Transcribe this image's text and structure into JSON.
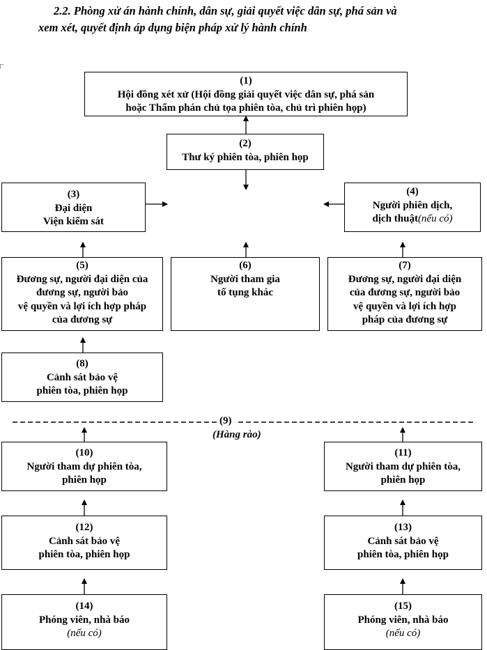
{
  "title": {
    "line1": "2.2. Phòng xử án hành chính, dân sự, giải quyết việc dân sự, phá sản và",
    "line2": "xem xét, quyết định áp dụng biện pháp xử lý hành chính"
  },
  "nodes": {
    "n1": {
      "num": "(1)",
      "l1": "Hội đồng xét xử (Hội đồng giải quyết việc dân sự, phá sản",
      "l2": "hoặc Thẩm phán chủ tọa phiên tòa, chủ trì phiên họp)"
    },
    "n2": {
      "num": "(2)",
      "l1": "Thư ký phiên tòa, phiên họp"
    },
    "n3": {
      "num": "(3)",
      "l1": "Đại diện",
      "l2": "Viện kiểm sát"
    },
    "n4": {
      "num": "(4)",
      "l1": "Người phiên dịch,",
      "l2": "dịch thuật",
      "l2_italic": "(nếu có)"
    },
    "n5": {
      "num": "(5)",
      "l1": "Đương sự, người đại diện của",
      "l2": "đương sự, người bảo",
      "l3": "vệ quyền và lợi ích hợp pháp",
      "l4": "của đương sự"
    },
    "n6": {
      "num": "(6)",
      "l1": "Người tham gia",
      "l2": "tố tụng khác"
    },
    "n7": {
      "num": "(7)",
      "l1": "Đương sự, người đại diện",
      "l2": "của đương sự, người bảo",
      "l3": "vệ quyền và lợi ích hợp",
      "l4": "pháp của đương sự"
    },
    "n8": {
      "num": "(8)",
      "l1": "Cảnh sát bảo vệ",
      "l2": "phiên tòa, phiên họp"
    },
    "n10": {
      "num": "(10)",
      "l1": "Người tham dự phiên tòa,",
      "l2": "phiên họp"
    },
    "n11": {
      "num": "(11)",
      "l1": "Người tham dự phiên tòa,",
      "l2": "phiên họp"
    },
    "n12": {
      "num": "(12)",
      "l1": "Cảnh sát bảo vệ",
      "l2": "phiên tòa, phiên họp"
    },
    "n13": {
      "num": "(13)",
      "l1": "Cảnh sát bảo vệ",
      "l2": "phiên tòa, phiên họp"
    },
    "n14": {
      "num": "(14)",
      "l1": "Phóng viên, nhà báo",
      "l2_italic": "(nếu có)"
    },
    "n15": {
      "num": "(15)",
      "l1": "Phóng viên, nhà báo",
      "l2_italic": "(nếu có)"
    }
  },
  "fence": {
    "num": "(9)",
    "label": "(Hàng rào)"
  }
}
